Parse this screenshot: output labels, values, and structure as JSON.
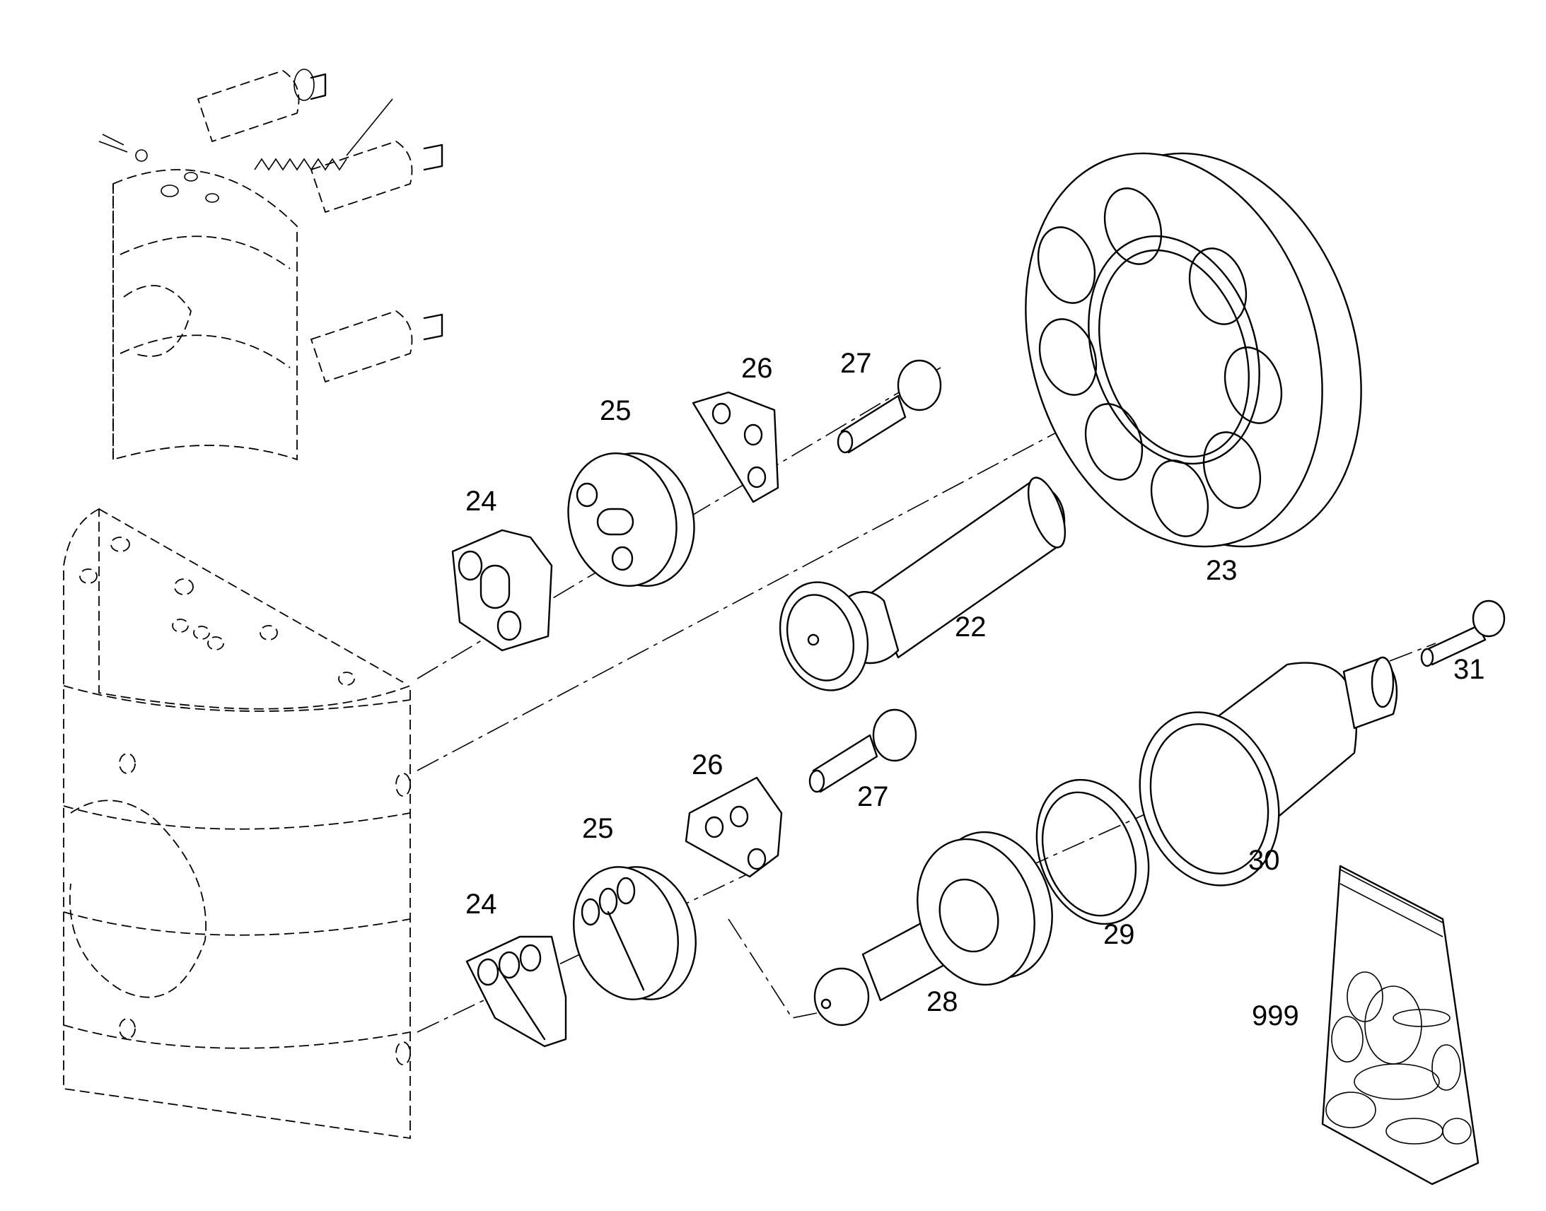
{
  "diagram": {
    "part_numbers": [
      {
        "id": "p22",
        "label": "22"
      },
      {
        "id": "p23",
        "label": "23"
      },
      {
        "id": "p24a",
        "label": "24"
      },
      {
        "id": "p25a",
        "label": "25"
      },
      {
        "id": "p26a",
        "label": "26"
      },
      {
        "id": "p27a",
        "label": "27"
      },
      {
        "id": "p24b",
        "label": "24"
      },
      {
        "id": "p25b",
        "label": "25"
      },
      {
        "id": "p26b",
        "label": "26"
      },
      {
        "id": "p27b",
        "label": "27"
      },
      {
        "id": "p28",
        "label": "28"
      },
      {
        "id": "p29",
        "label": "29"
      },
      {
        "id": "p30",
        "label": "30"
      },
      {
        "id": "p31",
        "label": "31"
      },
      {
        "id": "p999",
        "label": "999"
      }
    ]
  }
}
